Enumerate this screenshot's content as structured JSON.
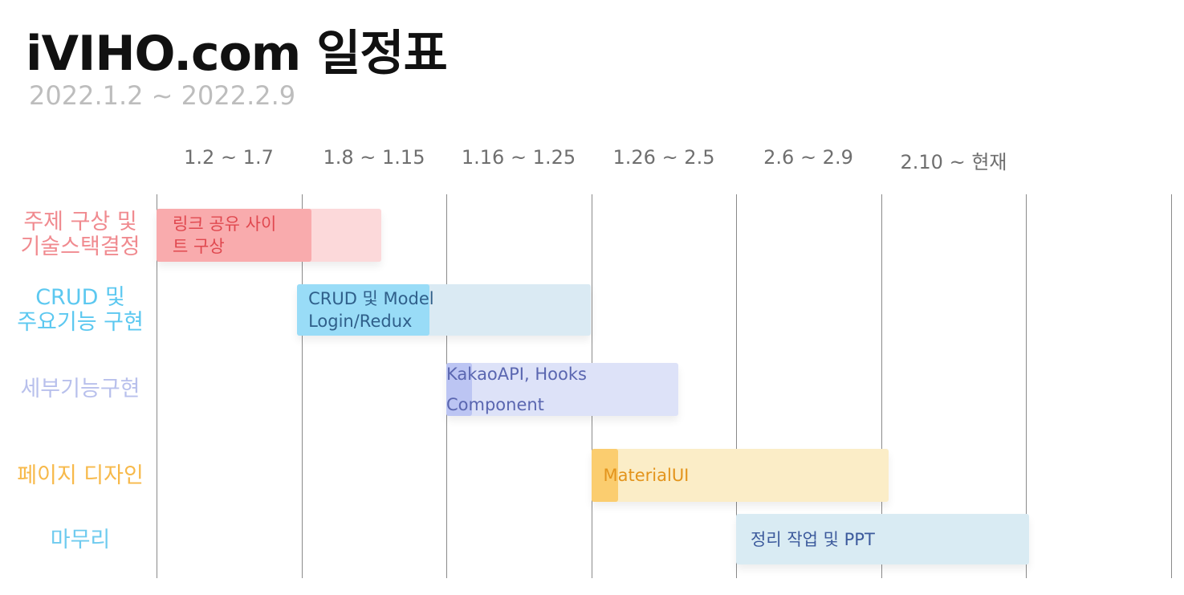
{
  "title": "iVIHO.com 일정표",
  "subtitle": "2022.1.2 ~ 2022.2.9",
  "columns": [
    "1.2 ~ 1.7",
    "1.8 ~ 1.15",
    "1.16 ~ 1.25",
    "1.26 ~ 2.5",
    "2.6 ~ 2.9",
    "2.10 ~ 현재"
  ],
  "rows": [
    {
      "label": "주제 구상 및\n기술스택결정",
      "color": "#f08a8f"
    },
    {
      "label": "CRUD 및\n주요기능 구현",
      "color": "#5cc8f0"
    },
    {
      "label": "세부기능구현",
      "color": "#b8c0ec"
    },
    {
      "label": "페이지 디자인",
      "color": "#f7b94a"
    },
    {
      "label": "마무리",
      "color": "#6fcbef"
    }
  ],
  "tasks": [
    {
      "row": 0,
      "start": 0.0,
      "end": 1.55,
      "progress": 0.69,
      "text": "링크 공유 사이\n트 구상",
      "bg": "#fcd9da",
      "fill": "#f9abad",
      "text_color": "#e0484f"
    },
    {
      "row": 1,
      "start": 0.97,
      "end": 3.0,
      "progress": 0.45,
      "text": "CRUD 및 Model\nLogin/Redux",
      "bg": "#daeaf3",
      "fill": "#99dcf7",
      "text_color": "#2f5f8a"
    },
    {
      "row": 2,
      "start": 2.0,
      "end": 3.6,
      "progress": 0.11,
      "text": "KakaoAPI,  Hooks\nComponent",
      "bg": "#dde2f8",
      "fill": "#bcc5f3",
      "text_color": "#5a66b0"
    },
    {
      "row": 3,
      "start": 3.0,
      "end": 5.05,
      "progress": 0.09,
      "text": "MaterialUI",
      "bg": "#fbedc7",
      "fill": "#fbcd6f",
      "text_color": "#e3941c"
    },
    {
      "row": 4,
      "start": 4.0,
      "end": 6.02,
      "progress": 0.0,
      "text": "정리 작업 및 PPT",
      "bg": "#d9ebf3",
      "fill": "#d9ebf3",
      "text_color": "#3c5a9c"
    }
  ]
}
